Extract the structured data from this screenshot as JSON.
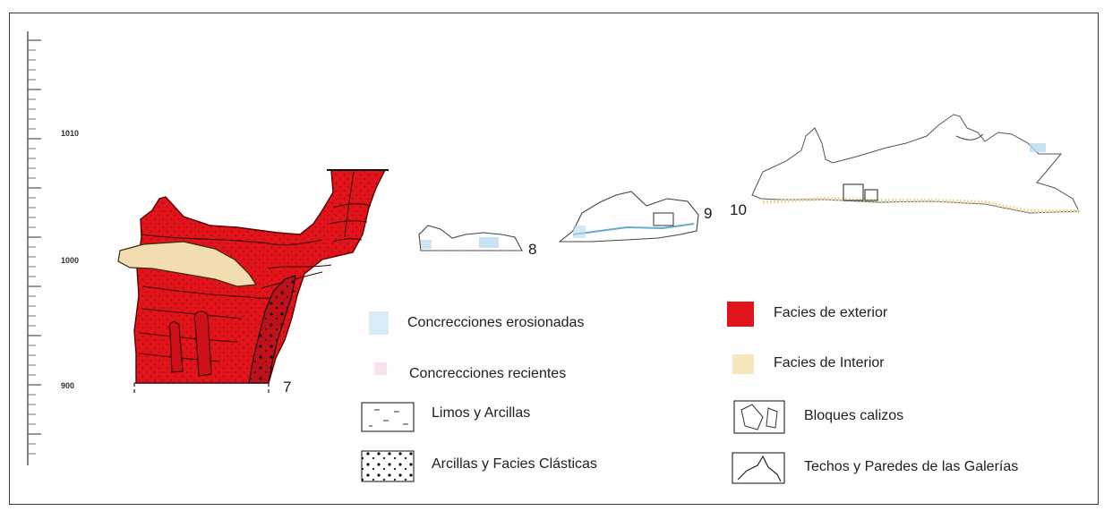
{
  "scale": {
    "labels": [
      "1010",
      "1000",
      "900"
    ]
  },
  "sections": [
    {
      "id": "7",
      "label": "7"
    },
    {
      "id": "8",
      "label": "8"
    },
    {
      "id": "9",
      "label": "9"
    },
    {
      "id": "10",
      "label": "10"
    }
  ],
  "legend": {
    "eroded_concretions": "Concrecciones erosionadas",
    "recent_concretions": "Concrecciones recientes",
    "silts_clays": "Limos y Arcillas",
    "clays_clastic": "Arcillas y Facies Clásticas",
    "exterior_facies": "Facies de exterior",
    "interior_facies": "Facies de Interior",
    "limestone_blocks": "Bloques calizos",
    "roofs_walls": "Techos y Paredes de las Galerías"
  },
  "colors": {
    "exterior": "#e0141a",
    "interior": "#f3e2b0",
    "eroded": "#b9dbef",
    "recent": "#f3d7ea",
    "line": "#2a2a2a"
  }
}
